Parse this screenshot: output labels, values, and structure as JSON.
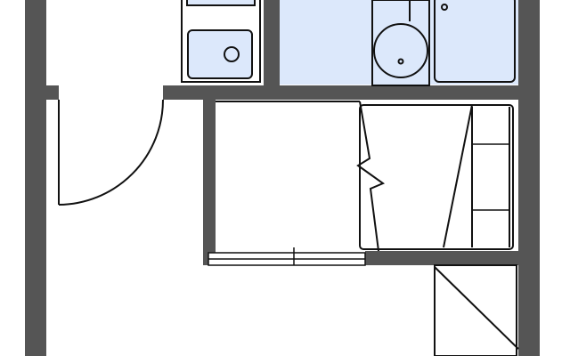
{
  "plan": {
    "background": "#ffffff",
    "wall_color": "#555555",
    "fixture_fill": "#dce8fb",
    "line_color": "#111111",
    "rooms": [
      "kitchen",
      "bathroom",
      "entry",
      "closet",
      "storage",
      "main-room"
    ],
    "fixtures": [
      "kitchen-sink",
      "stove",
      "washbasin",
      "toilet",
      "bathtub"
    ]
  }
}
